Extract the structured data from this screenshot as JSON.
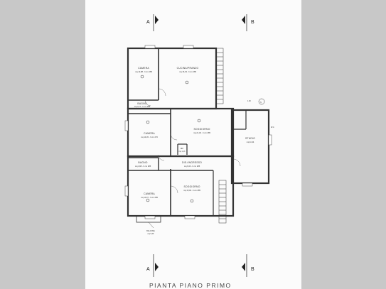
{
  "drawing": {
    "title": "PIANTA PIANO PRIMO",
    "section_a": "A",
    "section_b": "B"
  },
  "rooms": {
    "camera_1": {
      "name": "CAMERA",
      "info": "mq 14,88 - h cm 285"
    },
    "cucina": {
      "name": "CUCINA/PRANZO",
      "info": "mq 16,33 - h cm 285"
    },
    "bagno_1": {
      "name": "BAGNO",
      "info": "mq 3,77 - h cm 285"
    },
    "camera_2": {
      "name": "CAMERA",
      "info": "mq 14,45 - h cm 270"
    },
    "soggiorno_1": {
      "name": "SOGGIORNO",
      "info": "mq 21,46 - h cm 285"
    },
    "rip": {
      "name": "RIP.",
      "info": "mq 1,13"
    },
    "disimpegno": {
      "name": "DIS./INGRESSO",
      "info": "mq 6,36 - h cm 285"
    },
    "bagno_2": {
      "name": "BAGNO",
      "info": "mq 4,98 - h cm 285"
    },
    "camera_3": {
      "name": "CAMERA",
      "info": "mq 13,07 - h cm 285"
    },
    "soggiorno_2": {
      "name": "SOGGIORNO",
      "info": "mq 15,49 - h cm 285"
    },
    "studio": {
      "name": "STUDIO",
      "info": "mq 11,94"
    },
    "balcone": {
      "name": "BALCONE",
      "info": "mq 5,35"
    },
    "wc": {
      "name": "W.C."
    }
  },
  "labels": {
    "door_tag": "1.00",
    "north": "N"
  }
}
